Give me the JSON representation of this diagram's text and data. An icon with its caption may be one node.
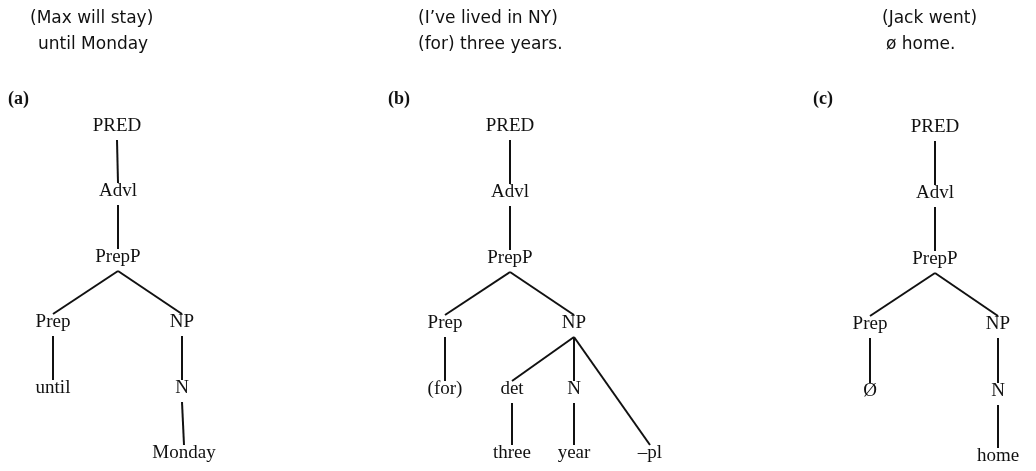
{
  "diagram": {
    "nodes": [
      {
        "text": [
          "PRED"
        ]
      },
      {
        "text": [
          "Advl"
        ]
      },
      {
        "text": [
          "PrepP"
        ]
      },
      {
        "text": [
          "Prep"
        ]
      },
      {
        "text": [
          "NP"
        ]
      },
      {
        "text": [
          "until"
        ]
      },
      {
        "text": [
          "N"
        ]
      },
      {
        "text": [
          "Monday"
        ]
      },
      {
        "text": [
          "PRED"
        ]
      },
      {
        "text": [
          "Advl"
        ]
      },
      {
        "text": [
          "PrepP"
        ]
      },
      {
        "text": [
          "Prep"
        ]
      },
      {
        "text": [
          "NP"
        ]
      },
      {
        "text": [
          "(for)"
        ]
      },
      {
        "text": [
          "det"
        ]
      },
      {
        "text": [
          "N"
        ]
      },
      {
        "text": [
          "three"
        ]
      },
      {
        "text": [
          "year"
        ]
      },
      {
        "text": [
          "–pl"
        ]
      },
      {
        "text": [
          "PRED"
        ]
      },
      {
        "text": [
          "Advl"
        ]
      },
      {
        "text": [
          "PrepP"
        ]
      },
      {
        "text": [
          "Prep"
        ]
      },
      {
        "text": [
          "NP"
        ]
      },
      {
        "text": [
          "Ø"
        ]
      },
      {
        "text": [
          "N"
        ]
      },
      {
        "text": [
          "home"
        ]
      }
    ],
    "edges": [
      {
        "from": 0,
        "to": 1,
        "arrow": "none"
      },
      {
        "from": 1,
        "to": 2,
        "arrow": "none"
      },
      {
        "from": 2,
        "to": 3,
        "arrow": "none"
      },
      {
        "from": 2,
        "to": 4,
        "arrow": "none"
      },
      {
        "from": 3,
        "to": 5,
        "arrow": "none"
      },
      {
        "from": 4,
        "to": 6,
        "arrow": "none"
      },
      {
        "from": 6,
        "to": 7,
        "arrow": "none"
      },
      {
        "from": 8,
        "to": 9,
        "arrow": "none"
      },
      {
        "from": 9,
        "to": 10,
        "arrow": "none"
      },
      {
        "from": 10,
        "to": 11,
        "arrow": "none"
      },
      {
        "from": 10,
        "to": 12,
        "arrow": "none"
      },
      {
        "from": 11,
        "to": 13,
        "arrow": "none"
      },
      {
        "from": 12,
        "to": 14,
        "arrow": "none"
      },
      {
        "from": 12,
        "to": 15,
        "arrow": "none"
      },
      {
        "from": 12,
        "to": 18,
        "arrow": "none"
      },
      {
        "from": 14,
        "to": 16,
        "arrow": "none"
      },
      {
        "from": 15,
        "to": 17,
        "arrow": "none"
      },
      {
        "from": 19,
        "to": 20,
        "arrow": "none"
      },
      {
        "from": 20,
        "to": 21,
        "arrow": "none"
      },
      {
        "from": 21,
        "to": 22,
        "arrow": "none"
      },
      {
        "from": 21,
        "to": 23,
        "arrow": "none"
      },
      {
        "from": 22,
        "to": 24,
        "arrow": "none"
      },
      {
        "from": 23,
        "to": 25,
        "arrow": "none"
      },
      {
        "from": 25,
        "to": 26,
        "arrow": "none"
      }
    ],
    "labels": [
      "(Max will stay)",
      "until Monday",
      "(I’ve lived in NY)",
      "(for) three years.",
      "(Jack went)",
      "ø home.",
      "(a)",
      "(b)",
      "(c)"
    ]
  }
}
